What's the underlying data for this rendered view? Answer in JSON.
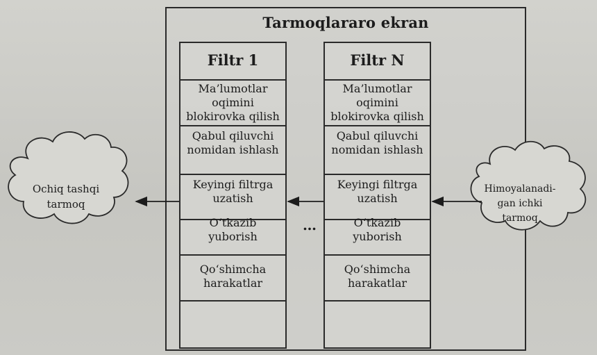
{
  "diagram": {
    "title": "Tarmoqlararo ekran",
    "filters": [
      {
        "title": "Filtr 1",
        "sections": [
          "Ma’lumotlar oqimini blokirovka qilish",
          "Qabul qiluvchi nomidan ishlash",
          "Keyingi filtrga uzatish",
          "O‘tkazib yuborish",
          "Qo‘shimcha harakatlar"
        ]
      },
      {
        "title": "Filtr N",
        "sections": [
          "Ma’lumotlar oqimini blokirovka qilish",
          "Qabul qiluvchi nomidan ishlash",
          "Keyingi filtrga uzatish",
          "O‘tkazib yuborish",
          "Qo‘shimcha harakatlar"
        ]
      }
    ],
    "ellipsis": "…",
    "left_cloud": "Ochiq tashqi tarmoq",
    "right_cloud": "Himoyalanadi-gan ichki tarmoq"
  }
}
